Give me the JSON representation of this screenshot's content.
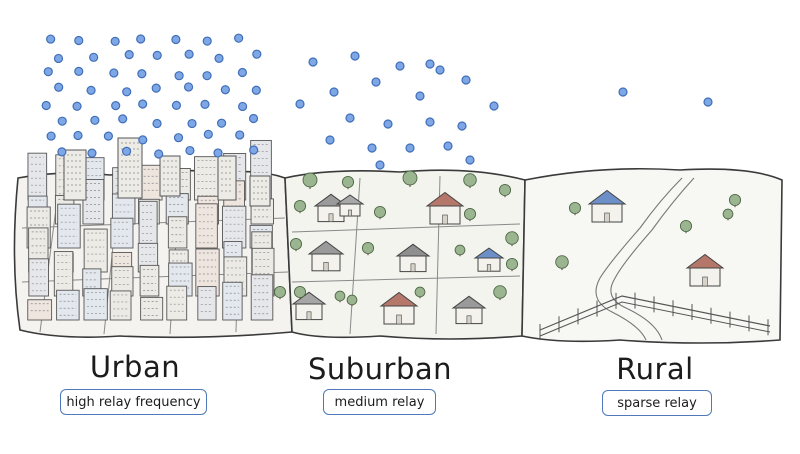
{
  "regions": [
    {
      "id": "urban",
      "title": "Urban",
      "badge": "high relay frequency",
      "relay_level": "high"
    },
    {
      "id": "suburban",
      "title": "Suburban",
      "badge": "medium relay",
      "relay_level": "medium"
    },
    {
      "id": "rural",
      "title": "Rural",
      "badge": "sparse relay",
      "relay_level": "sparse"
    }
  ],
  "colors": {
    "relay_dot_fill": "#7fa7e6",
    "relay_dot_stroke": "#3f6fb8",
    "badge_border": "#4f79b8",
    "ink": "#3a3a3a",
    "tree": "#9bb590",
    "roof_red": "#b5776a",
    "roof_blue": "#6d8fc7"
  }
}
